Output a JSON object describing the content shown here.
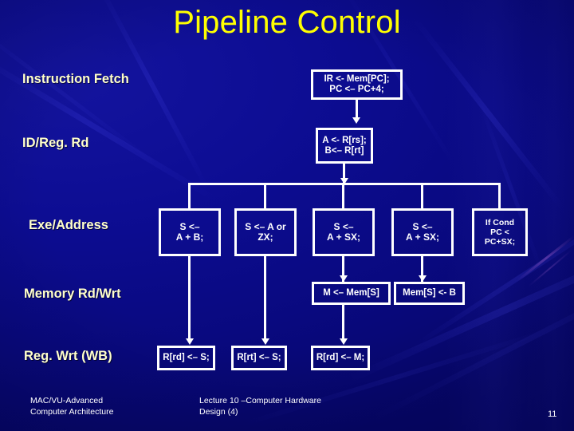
{
  "slide": {
    "title": "Pipeline Control",
    "page_number": "11",
    "colors": {
      "background": "#0b0b8c",
      "title": "#ffff00",
      "stage_label": "#ffffcc",
      "box_border": "#ffffff",
      "box_text": "#ffffff",
      "footer": "#ffffff"
    }
  },
  "stages": [
    {
      "label": "Instruction Fetch"
    },
    {
      "label": "ID/Reg. Rd"
    },
    {
      "label": "Exe/Address"
    },
    {
      "label": "Memory Rd/Wrt"
    },
    {
      "label": "Reg. Wrt (WB)"
    }
  ],
  "nodes": {
    "fetch": {
      "line1": "IR <- Mem[PC];",
      "line2": "PC <– PC+4;"
    },
    "decode": {
      "line1": "A <- R[rs];",
      "line2": "B<– R[rt]"
    },
    "execute": [
      {
        "line1": "S <–",
        "line2": "A + B;",
        "line3": ""
      },
      {
        "line1": "S <– A or",
        "line2": "ZX;",
        "line3": ""
      },
      {
        "line1": "S <–",
        "line2": "A + SX;",
        "line3": ""
      },
      {
        "line1": "S <–",
        "line2": "A + SX;",
        "line3": ""
      },
      {
        "line1": "If Cond",
        "line2": "PC <",
        "line3": "PC+SX;"
      }
    ],
    "memory": [
      {
        "text": "M <– Mem[S]"
      },
      {
        "text": "Mem[S] <- B"
      }
    ],
    "writeback": [
      {
        "text": "R[rd] <– S;"
      },
      {
        "text": "R[rt] <– S;"
      },
      {
        "text": "R[rd] <– M;"
      }
    ]
  },
  "footer": {
    "left": "MAC/VU-Advanced\nComputer Architecture",
    "center": "Lecture 10 –Computer Hardware\nDesign (4)"
  }
}
